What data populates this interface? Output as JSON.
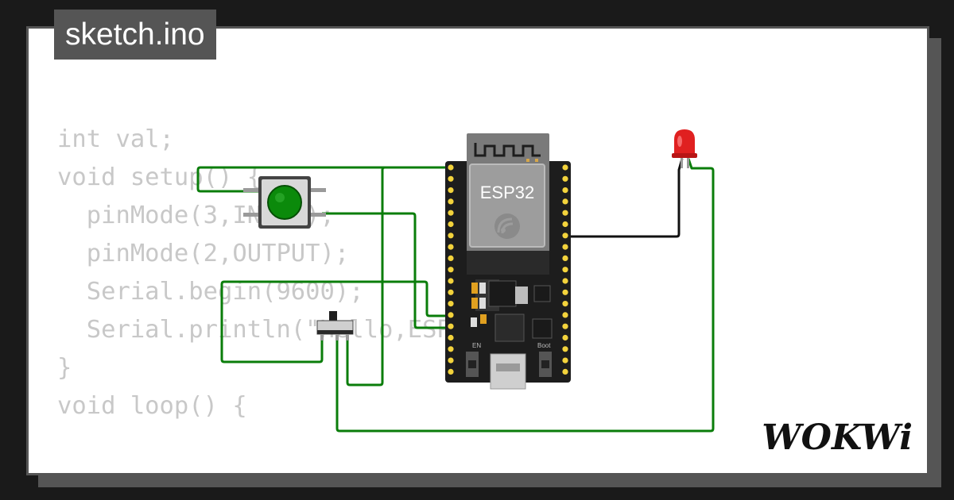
{
  "title": "sketch.ino",
  "code_lines": [
    "int val;",
    "",
    "void setup() {",
    "  pinMode(3,INPUT);",
    "  pinMode(2,OUTPUT);",
    "  Serial.begin(9600);",
    "  Serial.println(\"Hello,ESP32!\");",
    "",
    "}",
    "void loop() {"
  ],
  "board": {
    "label": "ESP32",
    "en_label": "EN",
    "boot_label": "Boot"
  },
  "brand": "WOKWi",
  "colors": {
    "background": "#1a1a1a",
    "card_border": "#555555",
    "wire_green": "#0a7d0a",
    "wire_black": "#111111",
    "led_red": "#e02020",
    "button_green": "#0b8a0b",
    "pin_yellow": "#f3d33c"
  }
}
